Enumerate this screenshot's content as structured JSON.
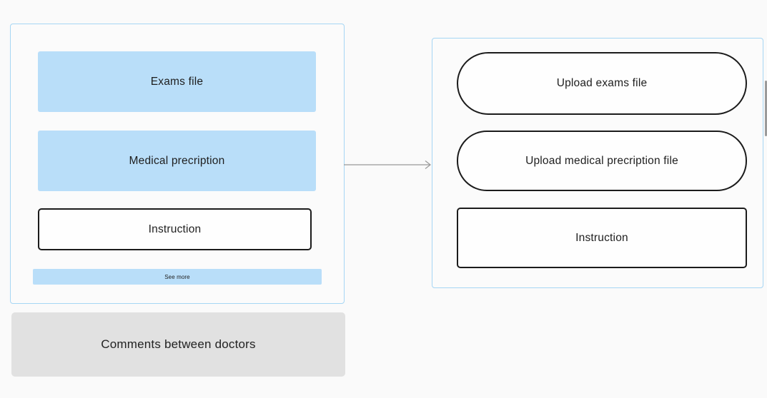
{
  "colors": {
    "background": "#fafafa",
    "frame_border": "#a6d6f4",
    "blue_fill": "#b9def9",
    "outline_dark": "#1b1b1b",
    "gray_fill": "#e1e1e1",
    "arrow_gray": "#999999",
    "text": "#1e1e1e"
  },
  "left_panel": {
    "exams_label": "Exams file",
    "prescription_label": "Medical precription",
    "instruction_label": "Instruction",
    "see_more_label": "See more"
  },
  "comments": {
    "label": "Comments between doctors"
  },
  "right_panel": {
    "upload_exams_label": "Upload exams file",
    "upload_prescription_label": "Upload medical precription file",
    "instruction_label": "Instruction"
  }
}
